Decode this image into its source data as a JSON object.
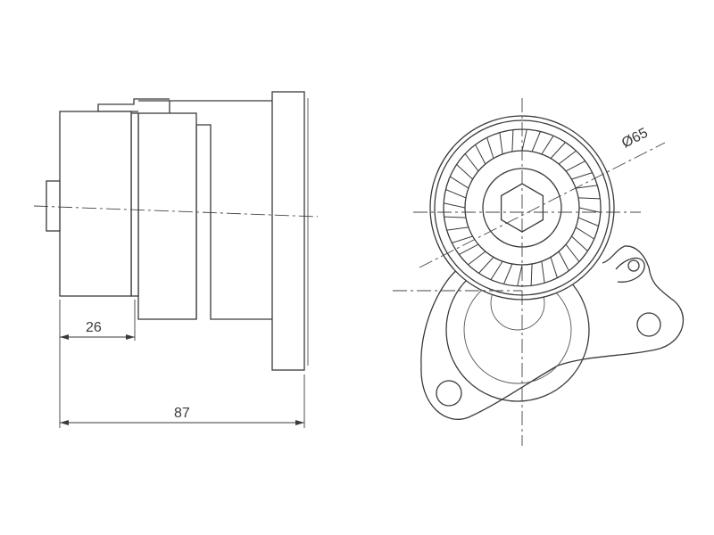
{
  "dimensions": {
    "shaft_length": "26",
    "overall_length": "87",
    "pulley_diameter": "Ø65"
  }
}
